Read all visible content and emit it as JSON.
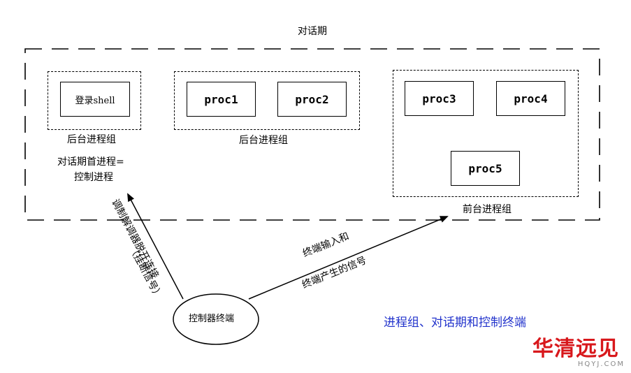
{
  "session": {
    "title": "对话期"
  },
  "groups": {
    "login_group_label": "后台进程组",
    "bg_group_label": "后台进程组",
    "fg_group_label": "前台进程组"
  },
  "processes": {
    "login_shell": "登录shell",
    "proc1": "proc1",
    "proc2": "proc2",
    "proc3": "proc3",
    "proc4": "proc4",
    "proc5": "proc5"
  },
  "leader": {
    "line1": "对话期首进程=",
    "line2": "控制进程"
  },
  "terminal": {
    "label": "控制器终端"
  },
  "arrows": {
    "hangup_label": "调制解调器脱开连接",
    "hangup_paren": "（挂断信号）",
    "input_line1": "终端输入和",
    "input_line2": "终端产生的信号"
  },
  "caption": "进程组、对话期和控制终端",
  "watermark": {
    "brand": "华清远见",
    "domain": "HQYJ.COM",
    "brand_color": "#d8181c"
  }
}
